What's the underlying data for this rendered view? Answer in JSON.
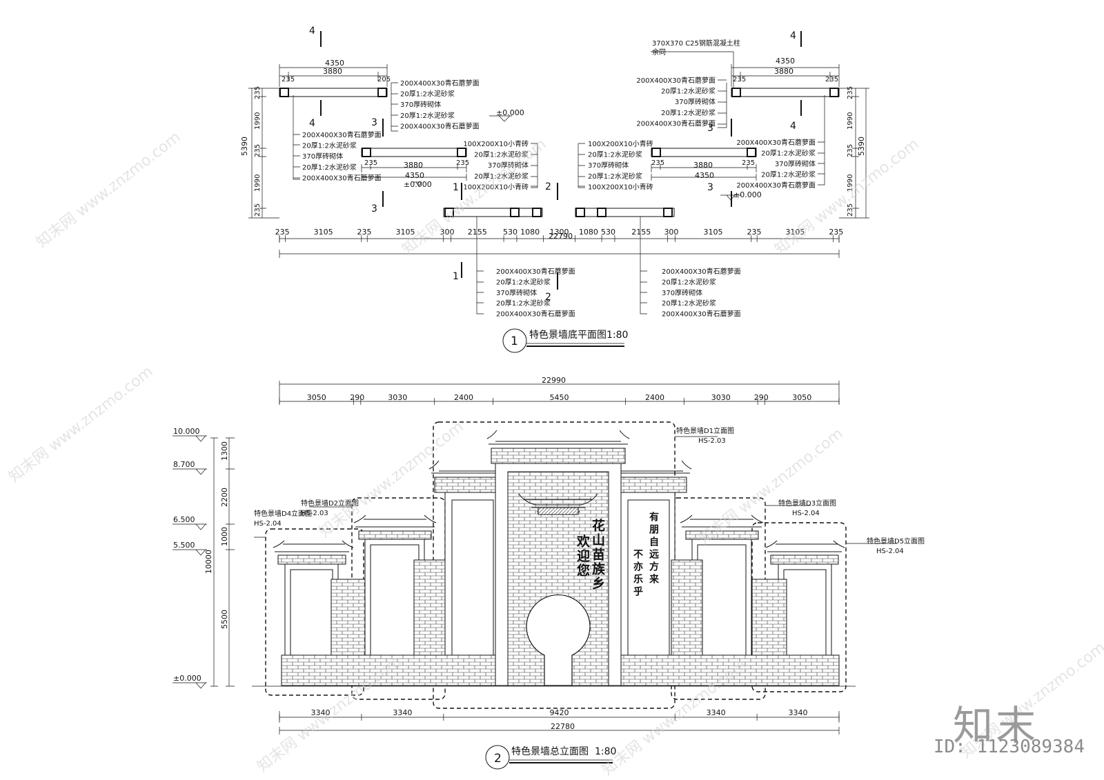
{
  "plan": {
    "title": "特色景墙底平面图",
    "scale": "1:80",
    "marker_num": "1",
    "sec_marks": [
      "4",
      "4",
      "3",
      "3",
      "1",
      "1",
      "2",
      "2",
      "4",
      "4",
      "3",
      "3"
    ],
    "top_w": "4350",
    "top_w_inner": "3880",
    "mid_w_inner": "3880",
    "mid_w": "4350",
    "c235": "235",
    "c205": "205",
    "c300": "300",
    "v5390": "5390",
    "v1990": "1990",
    "elev": "±0.000",
    "column_note_1": "370X370 C25钢筋混凝土柱",
    "column_note_2": "余同",
    "bottom_dims": [
      "235",
      "3105",
      "235",
      "3105",
      "300",
      "2155",
      "530",
      "1080",
      "1300",
      "1080",
      "530",
      "2155",
      "300",
      "3105",
      "235",
      "3105",
      "235"
    ],
    "total": "22790",
    "layers_5": [
      "200X400X30青石蘑萝面",
      "20厚1:2水泥砂浆",
      "370厚砖砌体",
      "20厚1:2水泥砂浆",
      "200X400X30青石蘑萝面"
    ],
    "layers_small": [
      "100X200X10小青砖",
      "20厚1:2水泥砂浆",
      "370厚砖砌体",
      "20厚1:2水泥砂浆",
      "100X200X10小青砖"
    ]
  },
  "elevation": {
    "title": "特色景墙总立面图",
    "scale": "1:80",
    "marker_num": "2",
    "top_total": "22990",
    "top_dims": [
      "3050",
      "290",
      "3030",
      "2400",
      "5450",
      "2400",
      "3030",
      "290",
      "3050"
    ],
    "bottom_dims": [
      "3340",
      "3340",
      "9420",
      "3340",
      "3340"
    ],
    "bottom_total": "22780",
    "levels": [
      "10.000",
      "8.700",
      "6.500",
      "5.500",
      "±0.000"
    ],
    "height_dims": [
      "1300",
      "2200",
      "1000",
      "10000",
      "5500"
    ],
    "callouts": [
      {
        "title": "特色景墙D1立面图",
        "ref": "HS-2.03"
      },
      {
        "title": "特色景墙D2立面图",
        "ref": "HS-2.03"
      },
      {
        "title": "特色景墙D3立面图",
        "ref": "HS-2.04"
      },
      {
        "title": "特色景墙D4立面图",
        "ref": "HS-2.04"
      },
      {
        "title": "特色景墙D5立面图",
        "ref": "HS-2.04"
      }
    ],
    "inscription_left_col1": "花山苗族乡",
    "inscription_left_col2": "欢迎您",
    "inscription_right_col1": "有朋自远方来",
    "inscription_right_col2": "不亦乐乎"
  },
  "watermark": {
    "site": "知末网 www.znzmo.com",
    "brand": "知末",
    "id": "ID: 1123089384"
  }
}
